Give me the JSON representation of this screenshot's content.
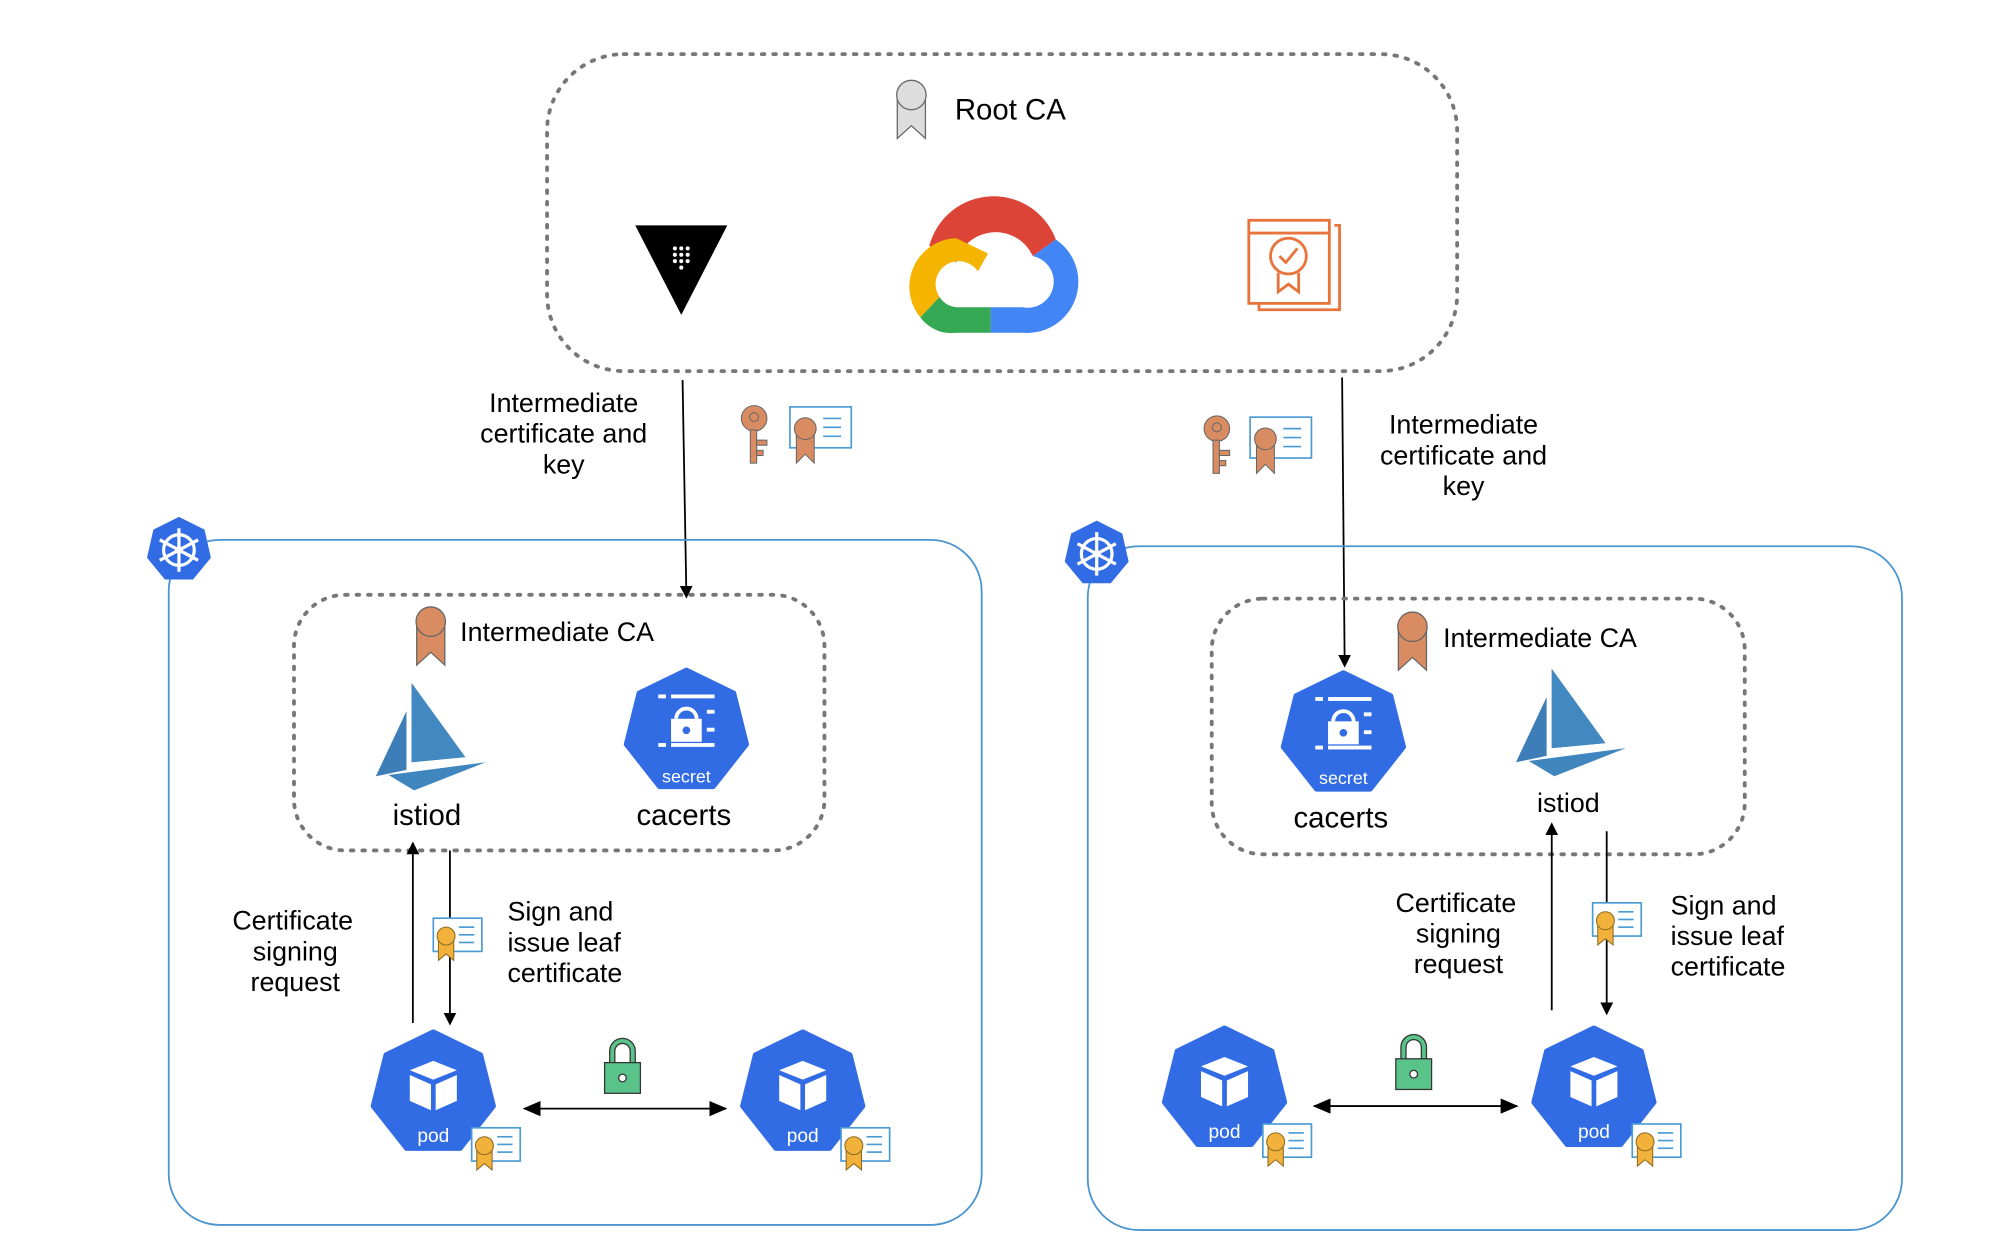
{
  "root_ca": {
    "title": "Root CA",
    "providers": [
      "vault-icon",
      "google-cloud-icon",
      "certificate-authority-icon"
    ]
  },
  "transfer_left": {
    "lines": [
      "Intermediate",
      "certificate and",
      "key"
    ]
  },
  "transfer_right": {
    "lines": [
      "Intermediate",
      "certificate and",
      "key"
    ]
  },
  "clusters": [
    {
      "intermediate_ca": "Intermediate CA",
      "istiod": "istiod",
      "secret_badge": "secret",
      "secret_name": "cacerts",
      "csr": [
        "Certificate",
        "signing",
        "request"
      ],
      "sign": [
        "Sign and",
        "issue leaf",
        "certificate"
      ],
      "pods": [
        "pod",
        "pod"
      ]
    },
    {
      "intermediate_ca": "Intermediate CA",
      "istiod": "istiod",
      "secret_badge": "secret",
      "secret_name": "cacerts",
      "csr": [
        "Certificate",
        "signing",
        "request"
      ],
      "sign": [
        "Sign and",
        "issue leaf",
        "certificate"
      ],
      "pods": [
        "pod",
        "pod"
      ]
    }
  ],
  "colors": {
    "kubernetes_blue": "#326ce5",
    "cluster_border": "#4a94cf",
    "intermediate_badge": "#d98c62",
    "leaf_badge": "#f2b13b",
    "lock_green": "#5ac38a"
  }
}
